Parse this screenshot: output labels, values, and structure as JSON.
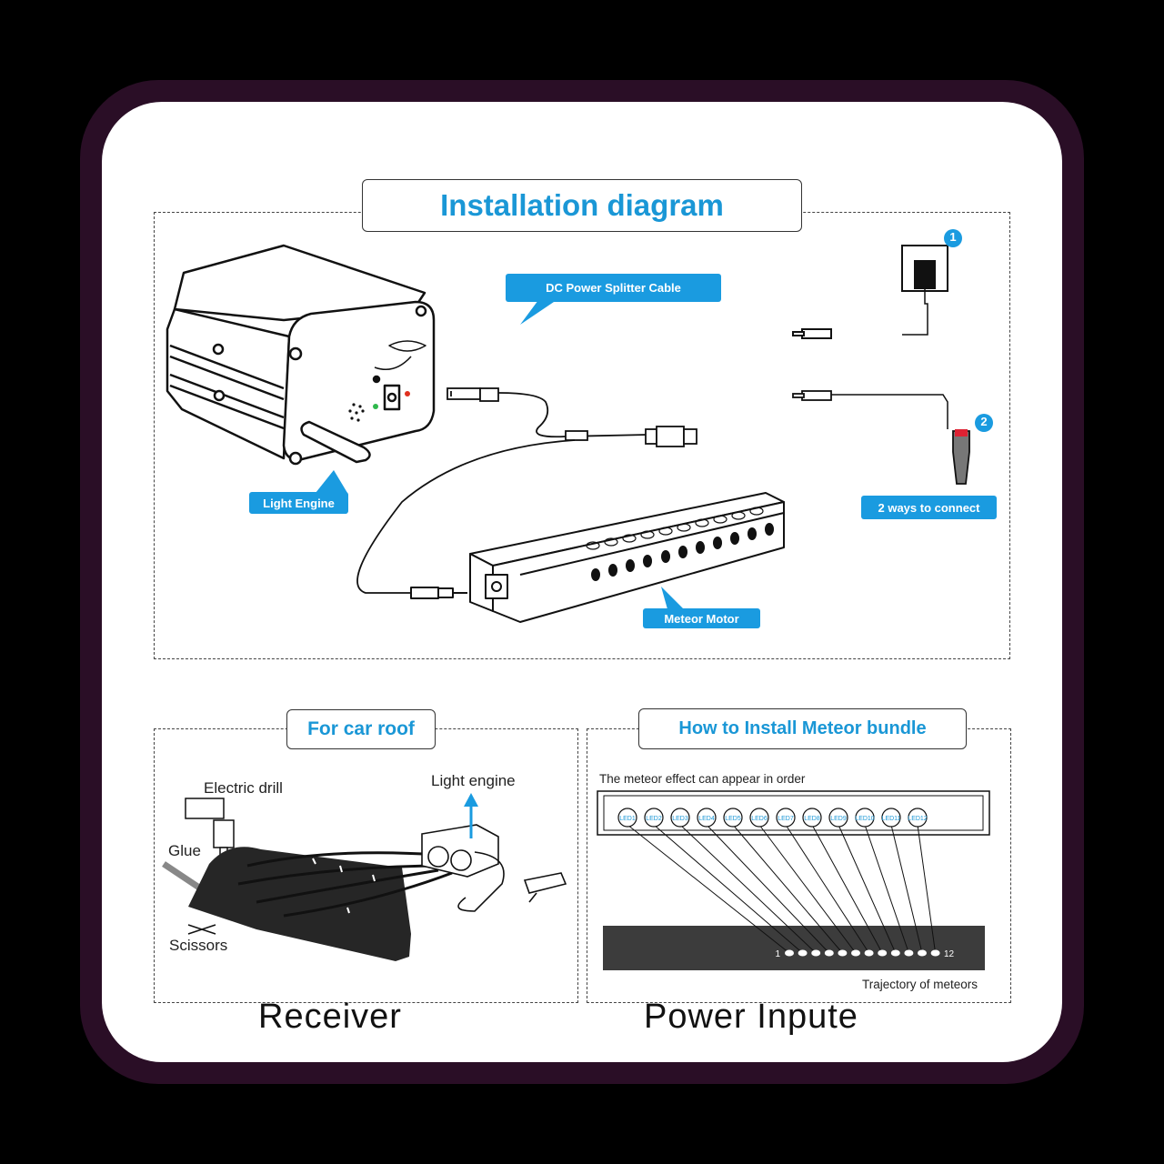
{
  "main": {
    "title": "Installation diagram",
    "labels": {
      "splitter": "DC Power Splitter Cable",
      "engine": "Light Engine",
      "motor": "Meteor Motor",
      "ways": "2 ways to connect",
      "step1": "1",
      "step2": "2"
    }
  },
  "car_roof": {
    "title": "For car roof",
    "drill": "Electric drill",
    "glue": "Glue",
    "scissors": "Scissors",
    "engine": "Light engine"
  },
  "meteor": {
    "title": "How to Install Meteor bundle",
    "caption": "The meteor effect can appear in order",
    "leds": [
      "LED1",
      "LED2",
      "LED3",
      "LED4",
      "LED5",
      "LED6",
      "LED7",
      "LED8",
      "LED9",
      "LED10",
      "LED11",
      "LED12"
    ],
    "start": "1",
    "end": "12",
    "trajectory": "Trajectory of meteors"
  },
  "cutoff": {
    "left": "Receiver",
    "right": "Power Inpute"
  },
  "colors": {
    "accent": "#1a97d6",
    "tag": "#1a9be0",
    "frame": "#2a0e26"
  }
}
